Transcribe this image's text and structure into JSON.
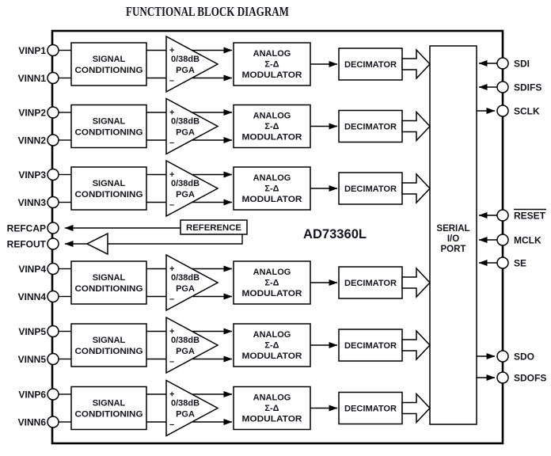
{
  "title": "FUNCTIONAL BLOCK DIAGRAM",
  "chip_label": "AD73360L",
  "channels": [
    {
      "pin_p": "VINP1",
      "pin_n": "VINN1"
    },
    {
      "pin_p": "VINP2",
      "pin_n": "VINN2"
    },
    {
      "pin_p": "VINP3",
      "pin_n": "VINN3"
    },
    {
      "pin_p": "VINP4",
      "pin_n": "VINN4"
    },
    {
      "pin_p": "VINP5",
      "pin_n": "VINN5"
    },
    {
      "pin_p": "VINP6",
      "pin_n": "VINN6"
    }
  ],
  "channel_blocks": {
    "signal_conditioning_line1": "SIGNAL",
    "signal_conditioning_line2": "CONDITIONING",
    "pga_plus": "+",
    "pga_minus": "–",
    "pga_gain": "0/38dB",
    "pga_label": "PGA",
    "modulator_line1": "ANALOG",
    "modulator_line2": "Σ-Δ",
    "modulator_line3": "MODULATOR",
    "decimator": "DECIMATOR"
  },
  "reference": {
    "label": "REFERENCE",
    "pin_refcap": "REFCAP",
    "pin_refout": "REFOUT"
  },
  "serial_port": {
    "line1": "SERIAL",
    "line2": "I/O",
    "line3": "PORT"
  },
  "right_pins": [
    {
      "label": "SDI",
      "direction": "in",
      "overline": false
    },
    {
      "label": "SDIFS",
      "direction": "in",
      "overline": false
    },
    {
      "label": "SCLK",
      "direction": "out",
      "overline": false
    },
    {
      "label": "RESET",
      "direction": "in",
      "overline": true
    },
    {
      "label": "MCLK",
      "direction": "in",
      "overline": false
    },
    {
      "label": "SE",
      "direction": "in",
      "overline": false
    },
    {
      "label": "SDO",
      "direction": "out",
      "overline": false
    },
    {
      "label": "SDOFS",
      "direction": "out",
      "overline": false
    }
  ],
  "colors": {
    "ink": "#14141e",
    "line": "#000000",
    "background": "#ffffff"
  }
}
